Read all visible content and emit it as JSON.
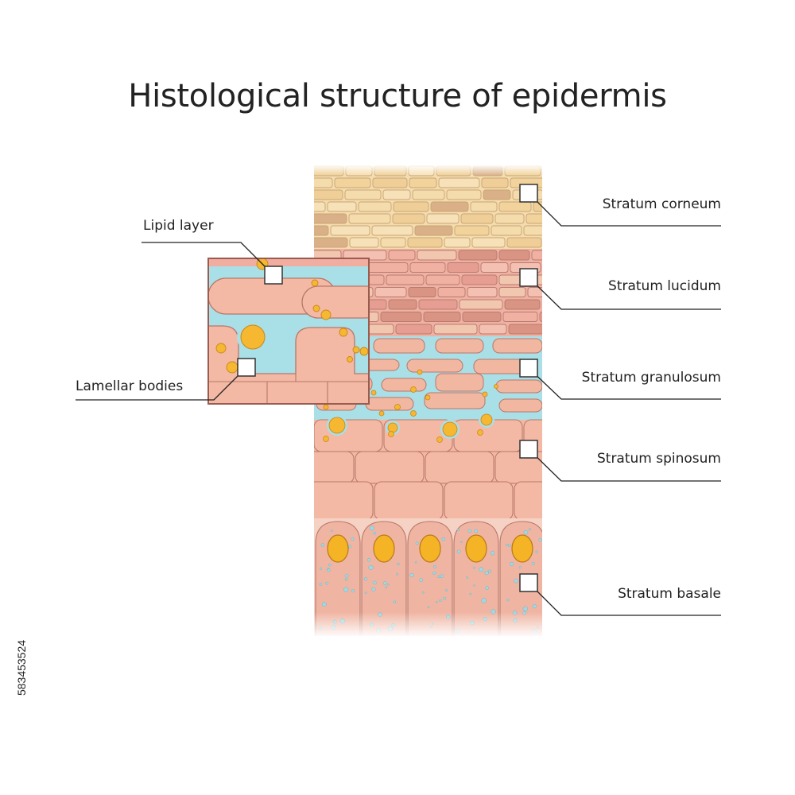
{
  "title": "Histological structure of epidermis",
  "layers": {
    "corneum": "Stratum corneum",
    "lucidum": "Stratum lucidum",
    "granulosum": "Stratum granulosum",
    "spinosum": "Stratum spinosum",
    "basale": "Stratum basale"
  },
  "inset": {
    "lipid_layer": "Lipid layer",
    "lamellar_bodies": "Lamellar bodies"
  },
  "stock_id": "583453524",
  "colors": {
    "corneum": "#f1d7a2",
    "lucidum": "#f0b3a6",
    "cell": "#f2b7a1",
    "cell_border": "#b9776a",
    "lipid": "#a9dfe6",
    "lamellar": "#f6b731",
    "nucleus": "#f4b425"
  }
}
